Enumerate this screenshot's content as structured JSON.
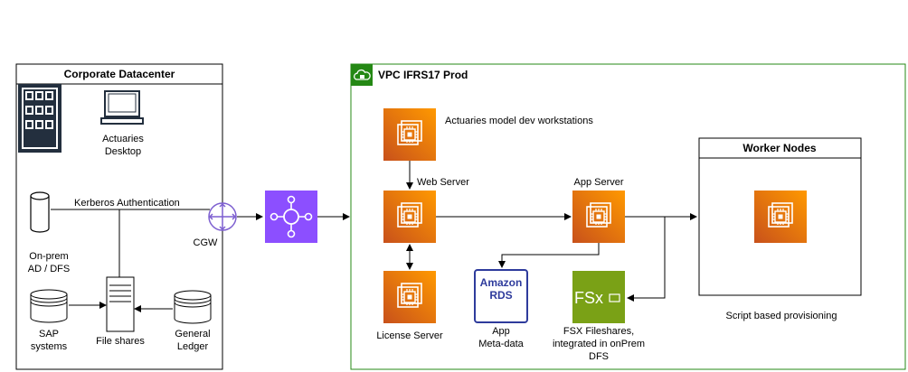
{
  "colors": {
    "ec2_orange": "#ed7100",
    "ec2_orange_dark": "#d05c17",
    "transit_purple": "#8c4fff",
    "rds_blue": "#2e3b9c",
    "fsx_green": "#7aa116",
    "vpc_green": "#248814",
    "line": "#000000"
  },
  "datacenter": {
    "title": "Corporate Datacenter",
    "building_icon": "office-building-icon",
    "desktop_label_1": "Actuaries",
    "desktop_label_2": "Desktop",
    "kerberos_label": "Kerberos Authentication",
    "onprem_label_1": "On-prem",
    "onprem_label_2": "AD / DFS",
    "sap_label_1": "SAP",
    "sap_label_2": "systems",
    "fileshares_label": "File shares",
    "ledger_label_1": "General",
    "ledger_label_2": "Ledger"
  },
  "cgw": {
    "label": "CGW"
  },
  "vpc": {
    "title": "VPC IFRS17 Prod",
    "workstations_label": "Actuaries model dev workstations",
    "webserver_label": "Web Server",
    "appserver_label": "App Server",
    "license_label": "License Server",
    "rds_label_1": "Amazon",
    "rds_label_2": "RDS",
    "app_meta_1": "App",
    "app_meta_2": "Meta-data",
    "fsx_text": "FSx",
    "fsx_label_1": "FSX Fileshares,",
    "fsx_label_2": "integrated in onPrem",
    "fsx_label_3": "DFS",
    "worker_title": "Worker Nodes",
    "provisioning_label": "Script based provisioning"
  }
}
